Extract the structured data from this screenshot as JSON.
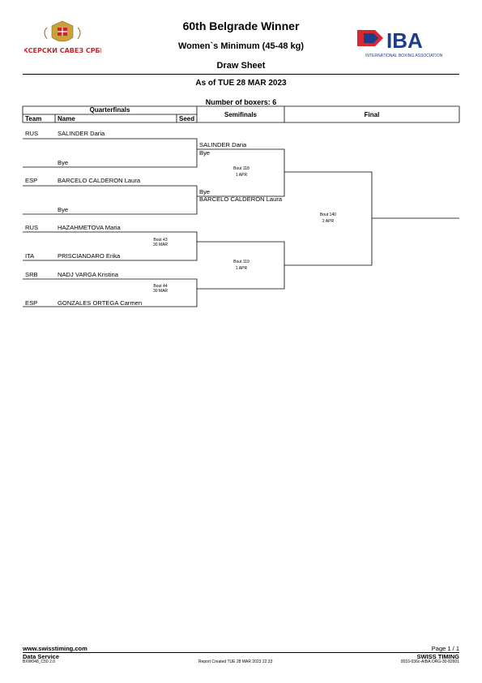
{
  "header": {
    "event_title": "60th Belgrade Winner",
    "category": "Women`s Minimum (45-48 kg)",
    "sheet_title": "Draw Sheet",
    "as_of": "As of TUE 28 MAR 2023",
    "boxers_count": "Number of boxers: 6",
    "federation_logo_text": "БОКСЕРСКИ САВЕЗ СРБИЈЕ",
    "iba_logo_text": "IBA",
    "iba_subtitle": "INTERNATIONAL BOXING ASSOCIATION"
  },
  "columns": {
    "quarterfinals": "Quarterfinals",
    "team": "Team",
    "name": "Name",
    "seed": "Seed",
    "semifinals": "Semifinals",
    "final": "Final"
  },
  "quarterfinals": [
    {
      "team": "RUS",
      "name": "SALINDER Daria"
    },
    {
      "team": "",
      "name": "Bye"
    },
    {
      "team": "ESP",
      "name": "BARCELO CALDERON Laura"
    },
    {
      "team": "",
      "name": "Bye"
    },
    {
      "team": "RUS",
      "name": "HAZAHMETOVA Maria"
    },
    {
      "team": "ITA",
      "name": "PRISCIANDARO Erika"
    },
    {
      "team": "SRB",
      "name": "NADJ VARGA Kristina"
    },
    {
      "team": "ESP",
      "name": "GONZALES ORTEGA Carmen"
    }
  ],
  "qf_bouts": [
    {
      "bout": "Bout 43",
      "date": "30 MAR"
    },
    {
      "bout": "Bout 44",
      "date": "30 MAR"
    }
  ],
  "semifinals": {
    "sf1_top": "SALINDER Daria",
    "sf1_bottom_bye": "Bye",
    "sf2_top_bye": "Bye",
    "sf2_bottom": "BARCELO CALDERON Laura",
    "bouts": [
      {
        "bout": "Bout 118",
        "date": "1 APR"
      },
      {
        "bout": "Bout 119",
        "date": "1 APR"
      }
    ]
  },
  "final": {
    "bout": "Bout 140",
    "date": "2 APR"
  },
  "footer": {
    "website": "www.swisstiming.com",
    "data_service": "Data Service",
    "page": "Page 1 / 1",
    "brand": "SWISS TIMING",
    "code_left": "BXW048_C50 2.0",
    "report_created": "Report Created  TUE 28 MAR 2023 22:33",
    "code_right": "0010-036c-AIBA.ORG-30-82601"
  },
  "colors": {
    "iba_red": "#d7282f",
    "iba_blue": "#1c3d8c",
    "fed_red": "#c8242b",
    "fed_gold": "#c9a23a"
  }
}
